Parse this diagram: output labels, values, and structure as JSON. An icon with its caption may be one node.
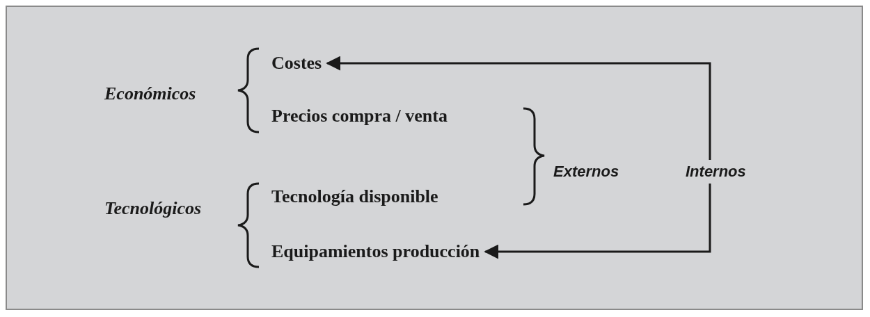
{
  "diagram": {
    "nodes": [
      {
        "text": [
          "Costes"
        ]
      },
      {
        "text": [
          "Equipamientos producción"
        ]
      },
      {
        "text": [
          "Internos"
        ]
      }
    ],
    "edges": [
      {
        "from": 2,
        "to": 0,
        "arrow": "to"
      },
      {
        "from": 2,
        "to": 1,
        "arrow": "to"
      }
    ],
    "labels": [
      "Económicos",
      "Precios compra / venta",
      "Externos",
      "Tecnología disponible",
      "Tecnológicos"
    ]
  }
}
